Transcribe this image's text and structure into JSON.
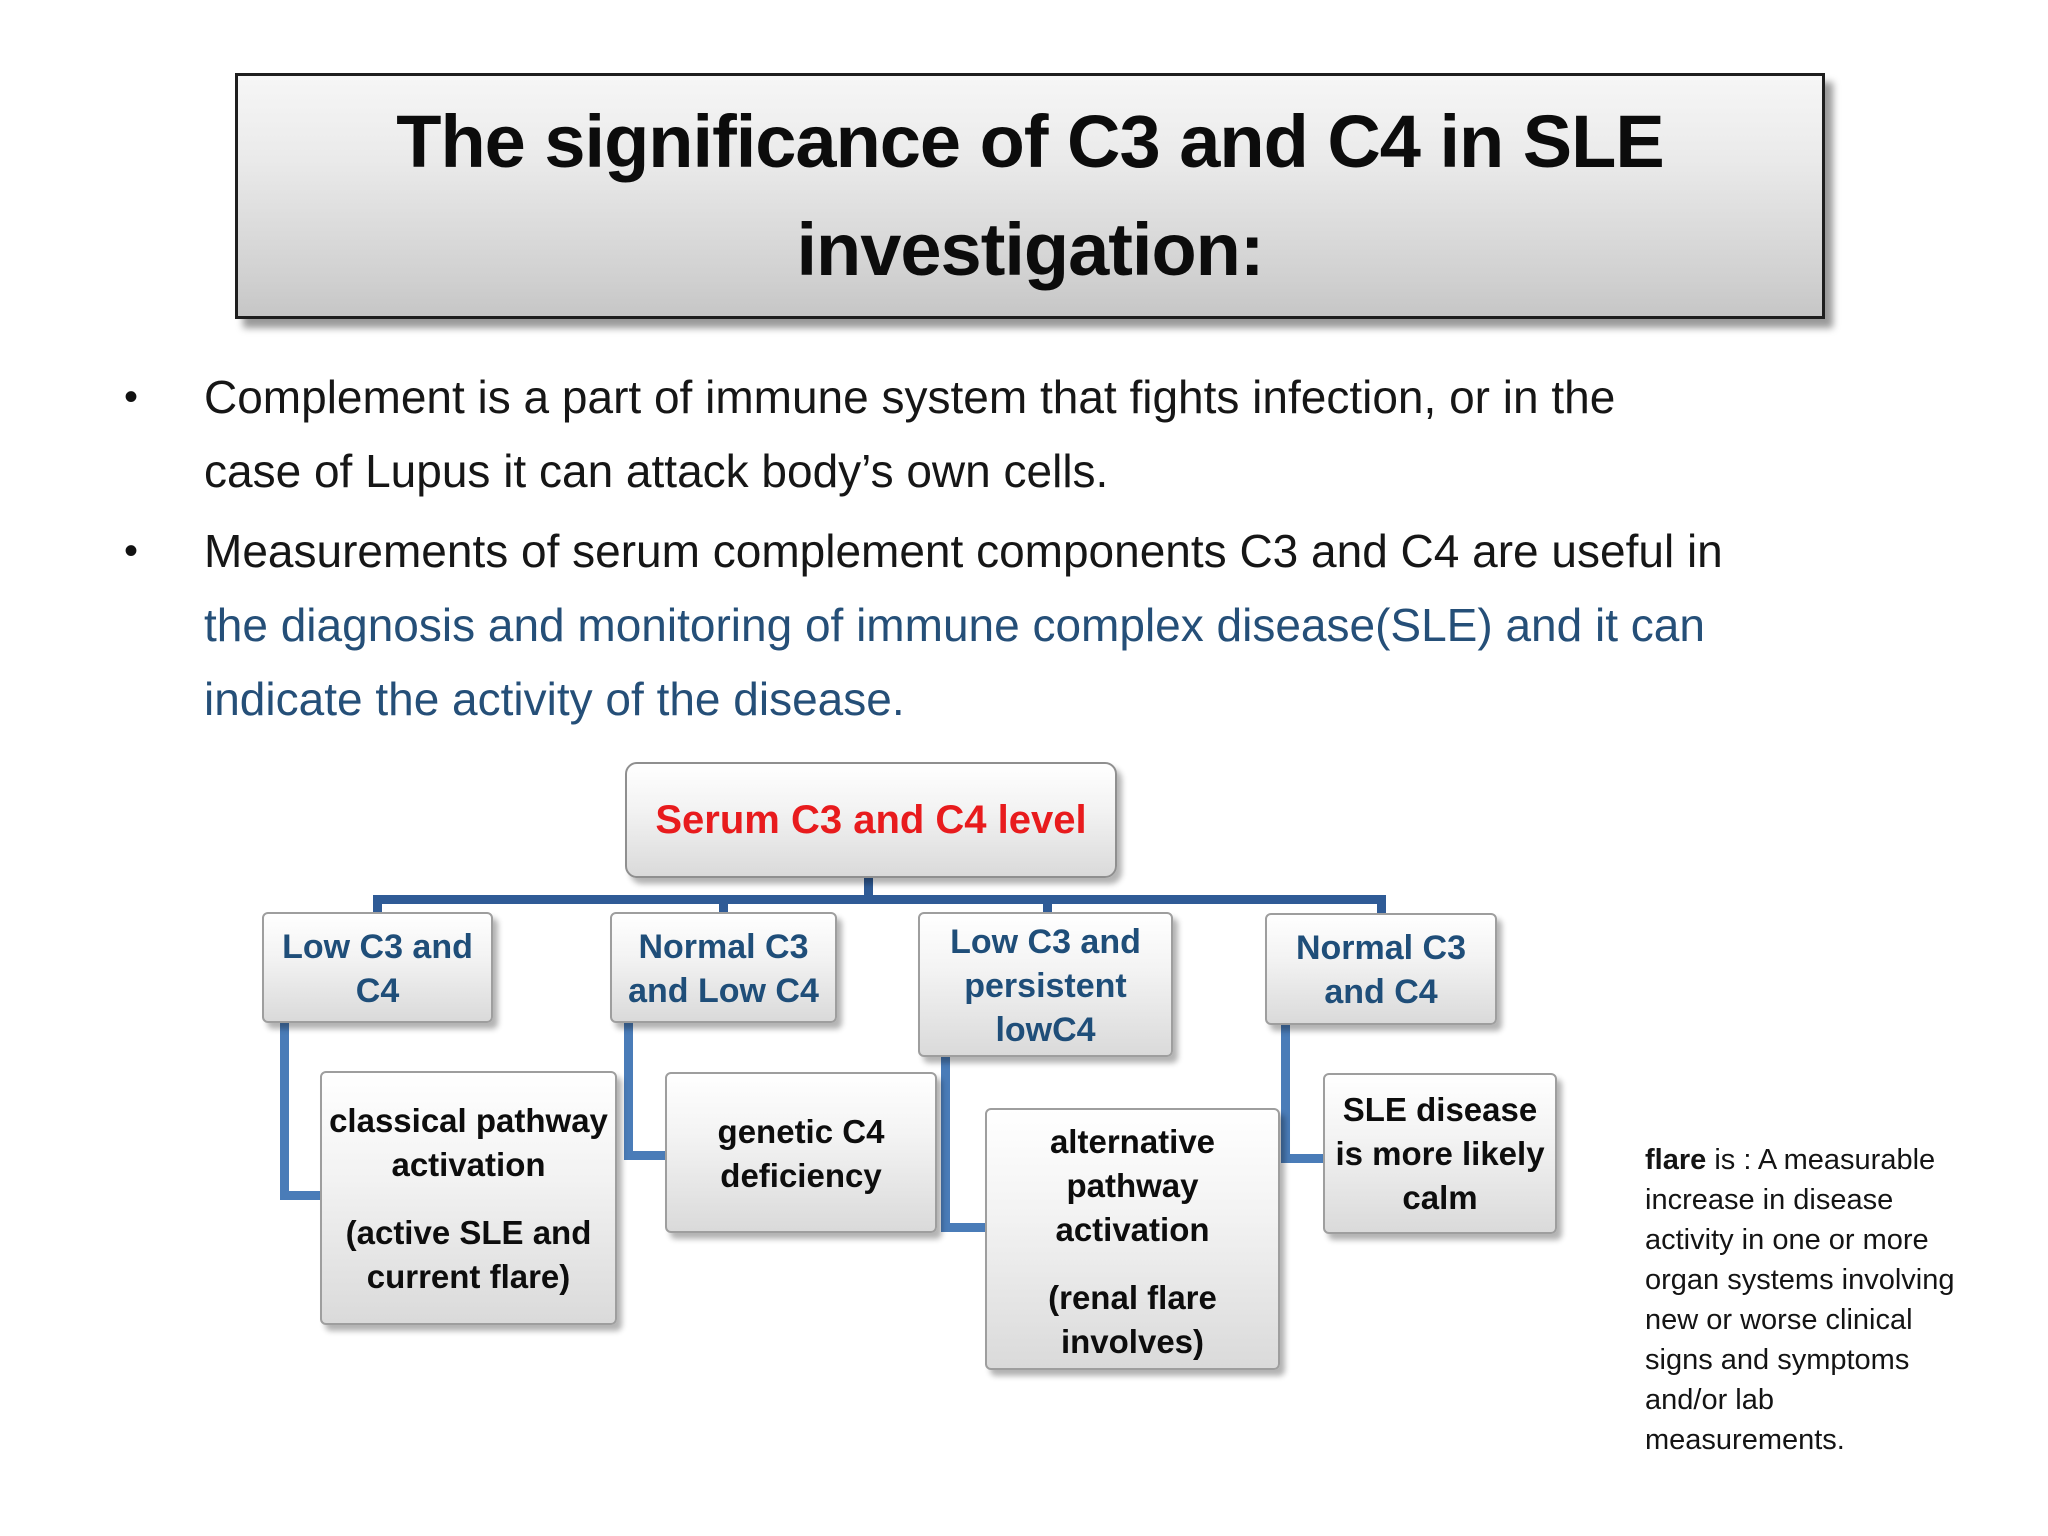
{
  "slide": {
    "title_lines": [
      "The significance of C3 and C4 in SLE",
      "investigation:"
    ]
  },
  "bullets": {
    "marker": "•",
    "item1_lines": [
      "Complement is a part of immune system that fights infection, or in the",
      "case of Lupus it can attack body’s own cells."
    ],
    "item2_line_black": "Measurements of serum complement components C3 and C4 are useful in",
    "item2_lines_blue": [
      "the diagnosis and monitoring of immune complex disease(SLE) and it can",
      "indicate the activity of the disease."
    ]
  },
  "flowchart": {
    "root_label": "Serum C3 and C4 level",
    "level2": [
      {
        "lines": [
          "Low C3 and",
          "C4"
        ]
      },
      {
        "lines": [
          "Normal C3",
          "and Low C4"
        ]
      },
      {
        "lines": [
          "Low C3 and",
          "persistent",
          "lowC4"
        ]
      },
      {
        "lines": [
          "Normal C3",
          "and C4"
        ]
      }
    ],
    "level3": [
      {
        "p1": [
          "classical pathway",
          "activation"
        ],
        "p2": [
          "(active SLE and",
          "current flare)"
        ]
      },
      {
        "p1": [
          "genetic C4",
          "deficiency"
        ],
        "p2": []
      },
      {
        "p1": [
          "alternative",
          "pathway",
          "activation"
        ],
        "p2": [
          "(renal flare",
          "involves)"
        ]
      },
      {
        "p1": [
          "SLE disease",
          "is more likely",
          "calm"
        ],
        "p2": []
      }
    ]
  },
  "note": {
    "bold_word": "flare",
    "line1_rest": " is : A measurable",
    "lines": [
      "increase in disease",
      "activity in one or more",
      "organ systems involving",
      "new or worse clinical",
      "signs and symptoms",
      "and/or lab",
      "measurements."
    ]
  },
  "colors": {
    "accent_red": "#e81b1d",
    "navy_text": "#1f4e79",
    "tree_blue": "#2f5b96",
    "elbow_blue": "#4a7cb8",
    "box_border": "#9e9e9e"
  }
}
